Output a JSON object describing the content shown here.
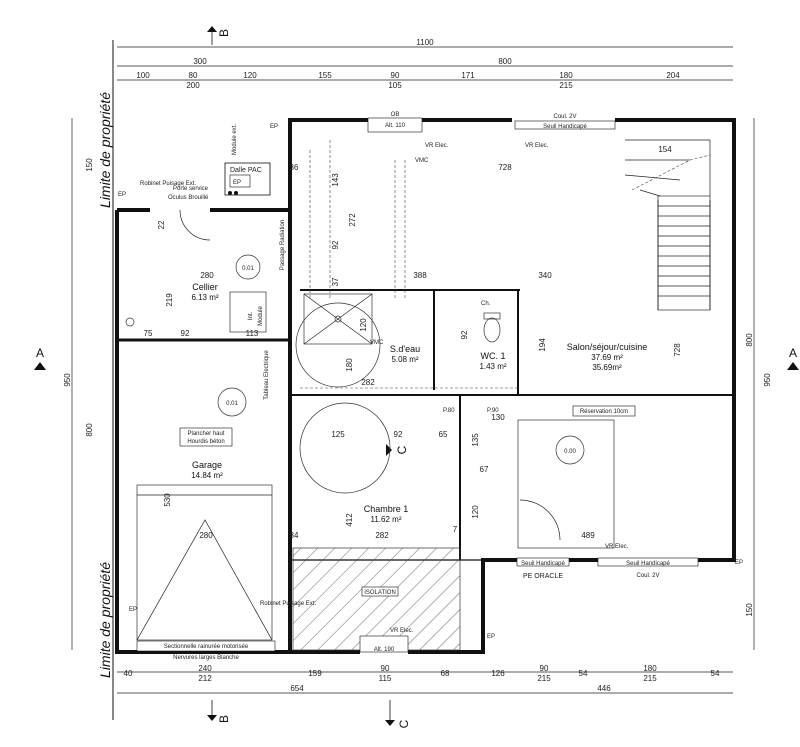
{
  "property_label": "Limite de propriété",
  "sections": {
    "a": "A",
    "b": "B",
    "c": "C"
  },
  "dims_top": {
    "total": "1100",
    "row2": [
      "300",
      "800"
    ],
    "row3": [
      "100",
      "80",
      "120",
      "155",
      "90",
      "171",
      "180",
      "204"
    ],
    "row3b": [
      "200",
      "105",
      "215"
    ]
  },
  "dims_bottom": {
    "row1": [
      "40",
      "240",
      "159",
      "90",
      "68",
      "126",
      "90",
      "54",
      "180",
      "54"
    ],
    "row1b": [
      "212",
      "115",
      "215",
      "215"
    ],
    "row2": [
      "654",
      "446"
    ]
  },
  "dims_left": {
    "a": "150",
    "b": "950",
    "c": "800"
  },
  "dims_right": {
    "a": "800",
    "b": "950",
    "c": "150"
  },
  "rooms": [
    {
      "name": "Cellier",
      "area": "6.13 m²"
    },
    {
      "name": "Garage",
      "area": "14.84 m²"
    },
    {
      "name": "S.d'eau",
      "area": "5.08 m²"
    },
    {
      "name": "WC. 1",
      "area": "1.43 m²"
    },
    {
      "name": "Salon/séjour/cuisine",
      "area": "37.69 m²",
      "area2": "35.69m²"
    },
    {
      "name": "Chambre 1",
      "area": "11.62 m²"
    }
  ],
  "labels": {
    "dalle_pac": "Dalle PAC",
    "ep": "EP",
    "porte_service": "Porte service",
    "oculus": "Oculus Brouillé",
    "robinet": "Robinet Puisage Ext.",
    "plancher_haut": "Plancher haut",
    "hourdis": "Hourdis béton",
    "sectionnelle": "Sectionnelle rainurée motorisée",
    "nervures": "Nervures larges Blanche",
    "seuil_handicape": "Seuil Handicapé",
    "coul_2v": "Coul. 2V",
    "reservation": "Réservation 10cm",
    "pe_oracle": "PE ORACLE",
    "isolation": "ISOLATION",
    "vmc": "VMC",
    "vr_elec": "VR Elec.",
    "module": "Module",
    "int": "Int.",
    "tableau": "Tableau Electrique",
    "passage": "Passage Radiation",
    "ch": "Ch.",
    "alt110": "Alt. 110",
    "alt190": "Alt. 190",
    "ob": "OB",
    "p80": "P.80",
    "p90": "P.90",
    "deg": "0.01",
    "deg2": "0.00",
    "module_ext": "Module ext."
  },
  "dims_interior": [
    "143",
    "272",
    "728",
    "92",
    "37",
    "388",
    "340",
    "280",
    "219",
    "92",
    "113",
    "75",
    "154",
    "194",
    "728",
    "120",
    "92",
    "125",
    "92",
    "65",
    "135",
    "130",
    "67",
    "282",
    "282",
    "489",
    "412",
    "530",
    "280",
    "34",
    "7",
    "36",
    "22",
    "180",
    "120"
  ]
}
